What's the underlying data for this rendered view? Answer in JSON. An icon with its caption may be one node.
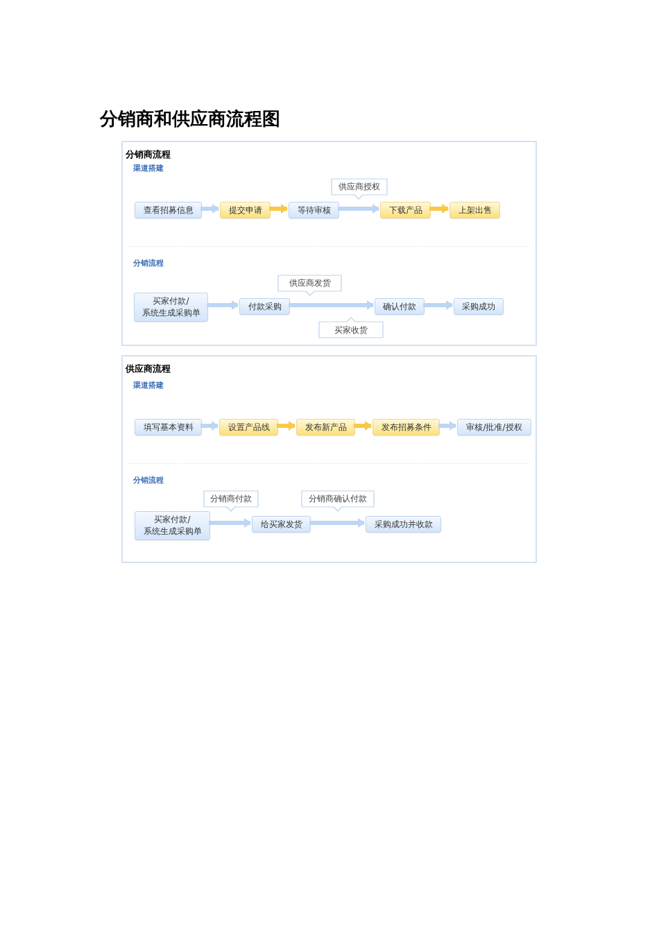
{
  "diagram": {
    "title": "分销商和供应商流程图",
    "nodes": [
      {
        "text": [
          "分销商流程"
        ]
      },
      {
        "text": [
          "查看招募信息"
        ],
        "in": 0
      },
      {
        "text": [
          "提交申请"
        ],
        "in": 0
      },
      {
        "text": [
          "等待审核"
        ],
        "in": 0
      },
      {
        "text": [
          "供应商授权"
        ],
        "in": 0
      },
      {
        "text": [
          "下载产品"
        ],
        "in": 0
      },
      {
        "text": [
          "上架出售"
        ],
        "in": 0
      },
      {
        "text": [
          "买家付款/系统生成采购单"
        ],
        "in": 0
      },
      {
        "text": [
          "付款采购"
        ],
        "in": 0
      },
      {
        "text": [
          "供应商发货"
        ],
        "in": 0
      },
      {
        "text": [
          "确认付款"
        ],
        "in": 0
      },
      {
        "text": [
          "买家收货"
        ],
        "in": 0
      },
      {
        "text": [
          "采购成功"
        ],
        "in": 0
      },
      {
        "text": [
          "供应商流程"
        ]
      },
      {
        "text": [
          "填写基本资料"
        ],
        "in": 13
      },
      {
        "text": [
          "设置产品线"
        ],
        "in": 13
      },
      {
        "text": [
          "发布新产品"
        ],
        "in": 13
      },
      {
        "text": [
          "发布招募条件"
        ],
        "in": 13
      },
      {
        "text": [
          "审核/批准/授权"
        ],
        "in": 13
      },
      {
        "text": [
          "买家付款/系统生成采购单"
        ],
        "in": 13
      },
      {
        "text": [
          "分销商付款"
        ],
        "in": 13
      },
      {
        "text": [
          "给买家发货"
        ],
        "in": 13
      },
      {
        "text": [
          "分销商确认付款"
        ],
        "in": 13
      },
      {
        "text": [
          "采购成功并收款"
        ],
        "in": 13
      }
    ],
    "edges": [
      {
        "from": 1,
        "to": 2,
        "arrow": "to"
      },
      {
        "from": 2,
        "to": 3,
        "arrow": "to",
        "color": "#f7c948"
      },
      {
        "from": 3,
        "to": 5,
        "arrow": "to"
      },
      {
        "from": 5,
        "to": 6,
        "arrow": "to",
        "color": "#f7c948"
      },
      {
        "from": 7,
        "to": 8,
        "arrow": "to"
      },
      {
        "from": 8,
        "to": 10,
        "arrow": "to"
      },
      {
        "from": 10,
        "to": 12,
        "arrow": "to"
      },
      {
        "from": 14,
        "to": 15,
        "arrow": "to"
      },
      {
        "from": 15,
        "to": 16,
        "arrow": "to",
        "color": "#f7c948"
      },
      {
        "from": 16,
        "to": 17,
        "arrow": "to",
        "color": "#f7c948"
      },
      {
        "from": 17,
        "to": 18,
        "arrow": "to"
      },
      {
        "from": 19,
        "to": 21,
        "arrow": "to"
      },
      {
        "from": 21,
        "to": 23,
        "arrow": "to"
      }
    ],
    "labels": [
      "渠道搭建",
      "分销流程",
      "渠道搭建",
      "分销流程"
    ]
  }
}
